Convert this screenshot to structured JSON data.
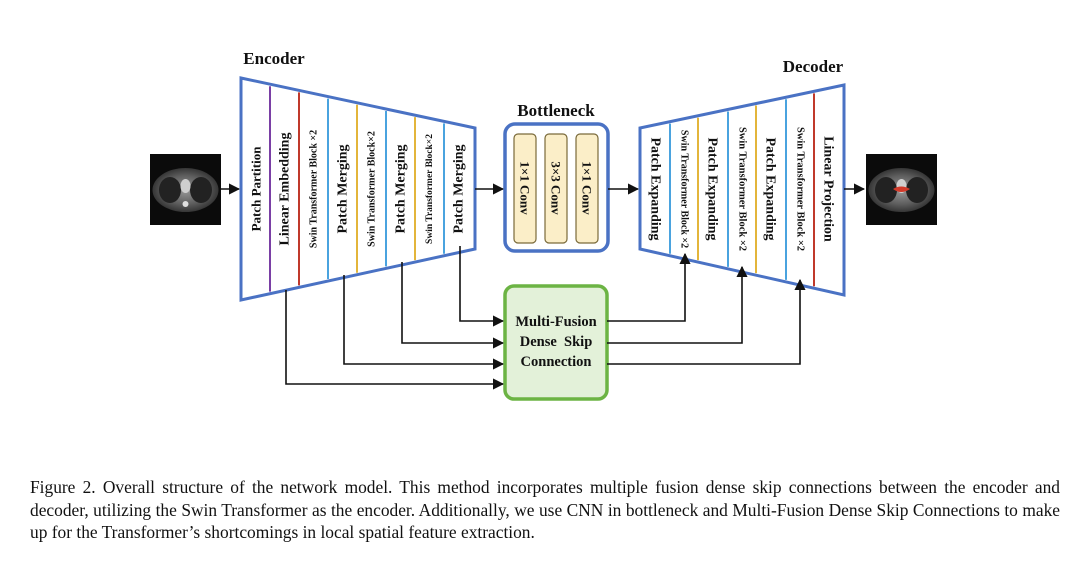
{
  "diagram": {
    "encoder": {
      "title": "Encoder",
      "layers": [
        "Patch Partition",
        "Linear Embedding",
        "Swin Transformer Block ×2",
        "Patch Merging",
        "Swin Transformer Block×2",
        "Patch Merging",
        "Swin Transformer Block×2",
        "Patch Merging"
      ],
      "separator_colors": [
        "#7a3fa5",
        "#c0392b",
        "#4aa3df",
        "#e3b53b",
        "#4aa3df",
        "#e3b53b",
        "#4aa3df"
      ]
    },
    "bottleneck": {
      "title": "Bottleneck",
      "blocks": [
        "1×1 Conv",
        "3×3 Conv",
        "1×1 Conv"
      ]
    },
    "decoder": {
      "title": "Decoder",
      "layers": [
        "Patch Expanding",
        "Swin Transformer Block ×2",
        "Patch Expanding",
        "Swin Transformer Block ×2",
        "Patch Expanding",
        "Swin Transformer Block ×2",
        "Linear Projection"
      ],
      "separator_colors": [
        "#4aa3df",
        "#e3b53b",
        "#4aa3df",
        "#e3b53b",
        "#4aa3df",
        "#c0392b"
      ]
    },
    "skip": {
      "lines": [
        "Multi-Fusion",
        "Dense  Skip",
        "Connection"
      ]
    },
    "colors": {
      "frame_blue": "#4a72c4",
      "skip_green": "#6cb444",
      "skip_fill": "#e3f1d9",
      "conv_fill": "#fbeec8",
      "conv_border": "#7a6a3a"
    },
    "images": {
      "input": "ct-slice-icon",
      "output": "ct-slice-segmented-icon"
    }
  },
  "caption": {
    "text": "Figure 2. Overall structure of the network model. This method incorporates multiple fusion dense skip connections between the encoder and decoder, utilizing the Swin Transformer as the encoder.  Additionally, we use CNN in bottleneck and Multi-Fusion Dense Skip Connections to make up for the Transformer’s shortcomings in local spatial feature extraction."
  }
}
